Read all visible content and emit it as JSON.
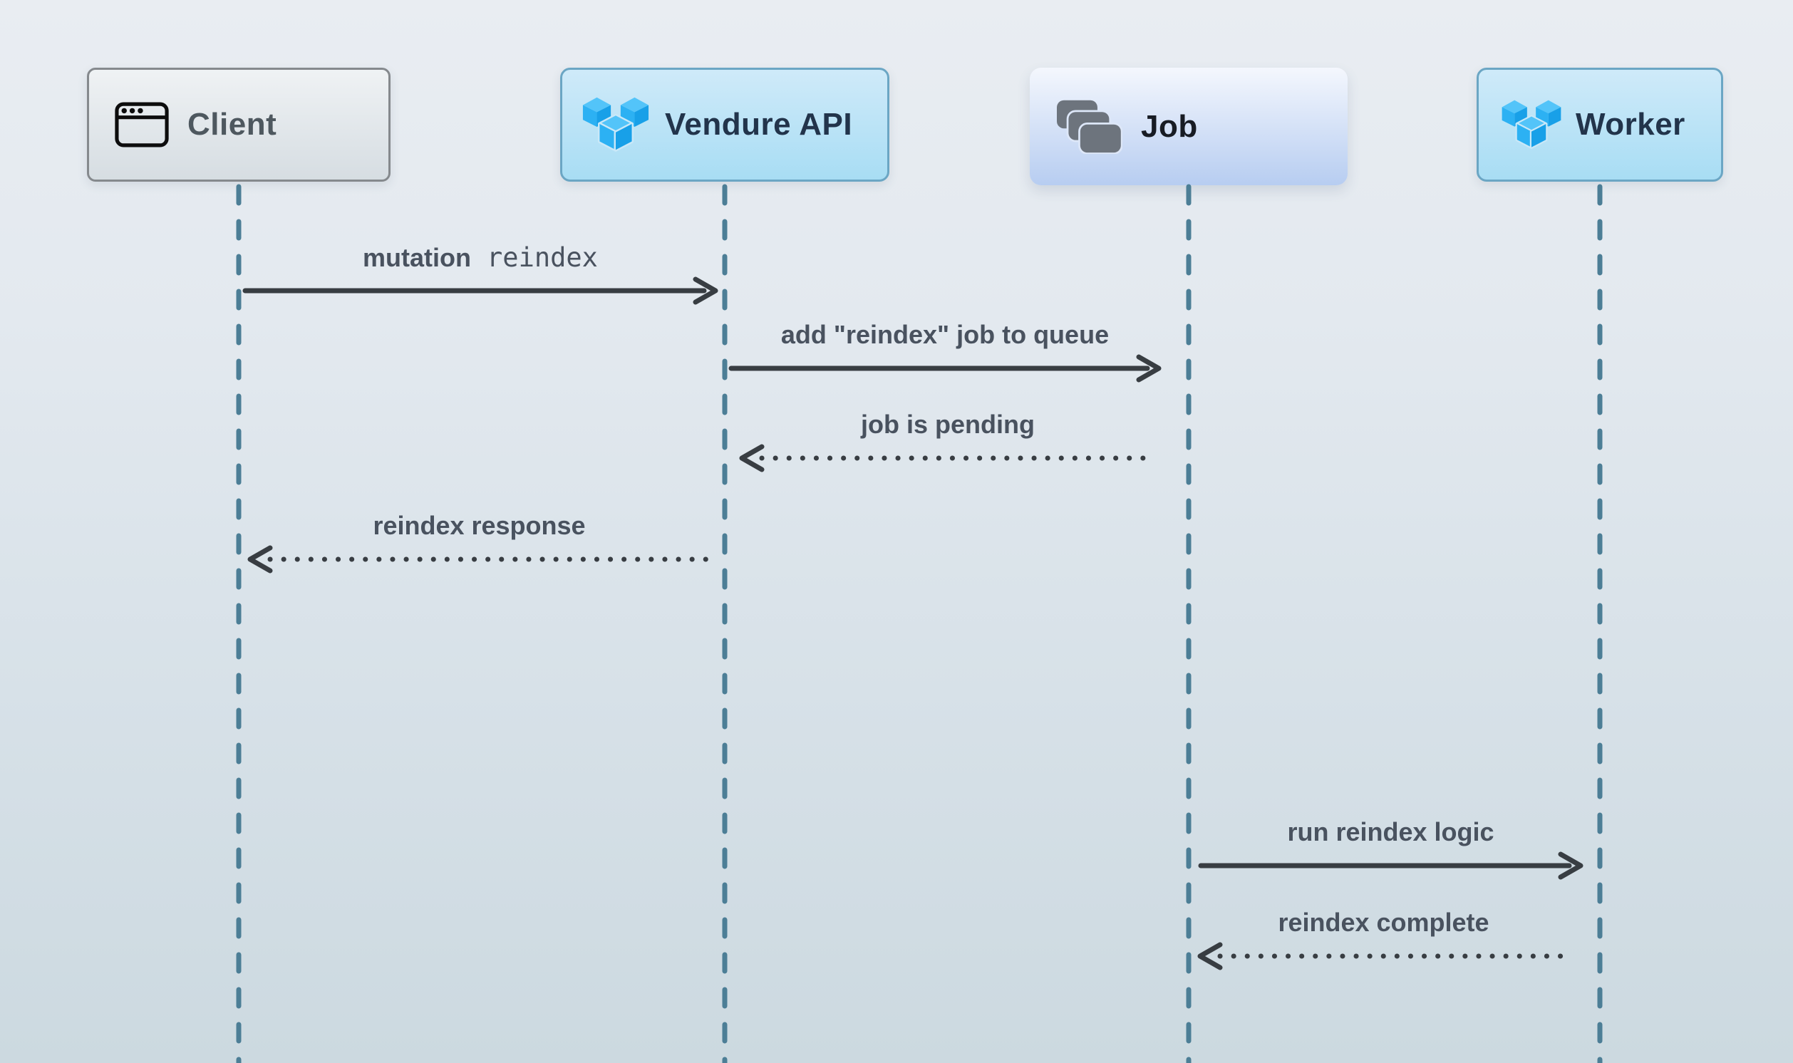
{
  "diagram": {
    "type": "sequence",
    "actors": [
      {
        "label": "Client",
        "icon": "browser-window-icon"
      },
      {
        "label": "Vendure API",
        "icon": "vendure-logo-icon"
      },
      {
        "label": "Job",
        "icon": "stacked-cards-icon"
      },
      {
        "label": "Worker",
        "icon": "vendure-logo-icon"
      }
    ],
    "messages": [
      {
        "from": "Client",
        "to": "Vendure API",
        "label": "mutation",
        "code": "reindex",
        "line": "solid",
        "direction": "right"
      },
      {
        "from": "Vendure API",
        "to": "Job",
        "label": "add \"reindex\" job to queue",
        "line": "solid",
        "direction": "right"
      },
      {
        "from": "Job",
        "to": "Vendure API",
        "label": "job is pending",
        "line": "dotted",
        "direction": "left"
      },
      {
        "from": "Vendure API",
        "to": "Client",
        "label": "reindex response",
        "line": "dotted",
        "direction": "left"
      },
      {
        "from": "Job",
        "to": "Worker",
        "label": "run reindex logic",
        "line": "solid",
        "direction": "right"
      },
      {
        "from": "Worker",
        "to": "Job",
        "label": "reindex complete",
        "line": "dotted",
        "direction": "left"
      }
    ],
    "colors": {
      "background_top": "#e9edf2",
      "background_bottom": "#ccd9e0",
      "lifeline": "#4c7e96",
      "arrow": "#383d42",
      "message_text": "#49525f",
      "client_border": "#85898d",
      "vendure_border": "#6ba6c4",
      "vendure_blue_top": "#53c4f9",
      "vendure_blue_left": "#2cb1f3",
      "vendure_blue_right": "#18a0e8",
      "job_icon_gray": "#6d747d"
    }
  }
}
